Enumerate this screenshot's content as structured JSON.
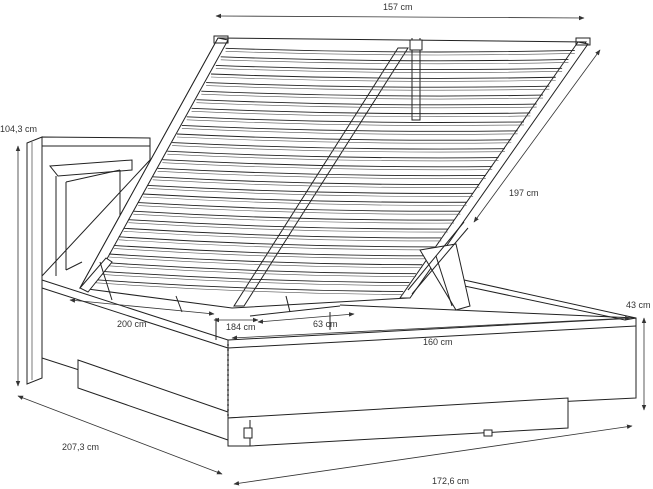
{
  "dimensions": {
    "top_width": "157 cm",
    "total_height": "104,3 cm",
    "lid_length": "197 cm",
    "side_height": "43 cm",
    "inner_length": "200 cm",
    "storage_depth": "184 cm",
    "storage_width": "63 cm",
    "inner_width": "160 cm",
    "outer_length": "207,3 cm",
    "outer_width": "172,6 cm"
  },
  "colors": {
    "line": "#222222",
    "dim_line": "#333333",
    "wood": "#555555"
  }
}
